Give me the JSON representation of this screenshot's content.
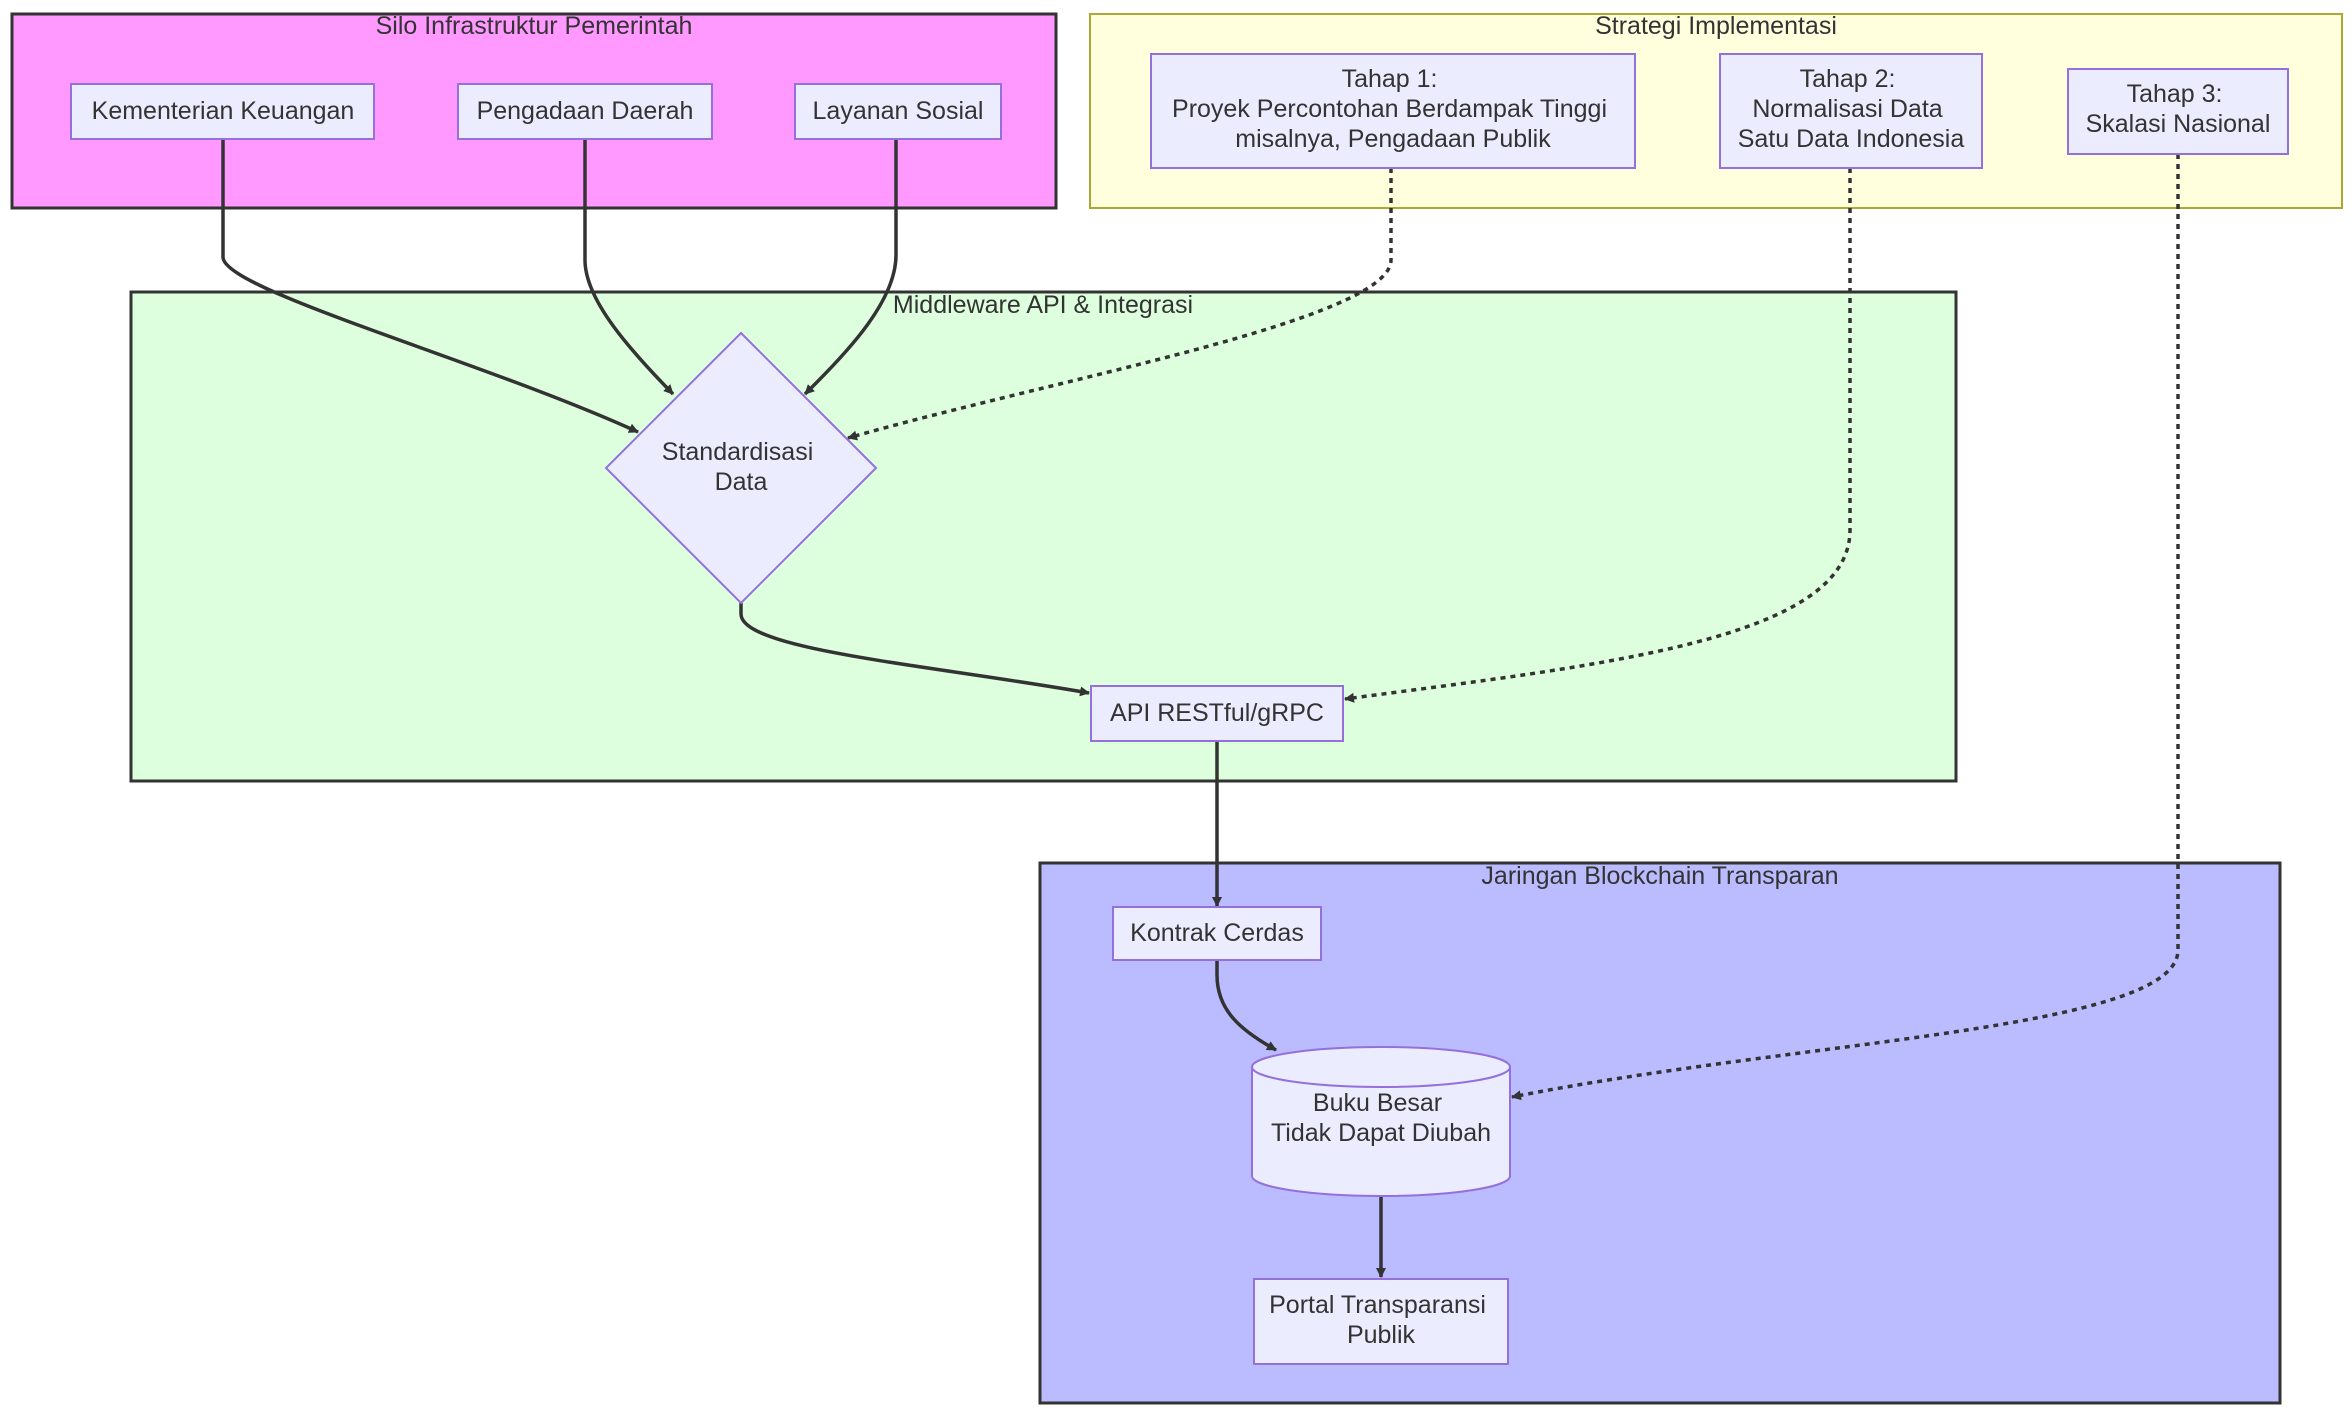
{
  "clusters": {
    "silo": {
      "title": "Silo Infrastruktur Pemerintah",
      "fill": "#FF99FF",
      "stroke": "#333333"
    },
    "strategy": {
      "title": "Strategi Implementasi",
      "fill": "#FFFFDE",
      "stroke": "#AAAA33"
    },
    "middleware": {
      "title": "Middleware API & Integrasi",
      "fill": "#DDFFDD",
      "stroke": "#333333"
    },
    "blockchain": {
      "title": "Jaringan Blockchain Transparan",
      "fill": "#BBBBFF",
      "stroke": "#333333"
    }
  },
  "nodes": {
    "kemenkeu": {
      "lines": [
        "Kementerian Keuangan"
      ]
    },
    "pengadaan_daerah": {
      "lines": [
        "Pengadaan Daerah"
      ]
    },
    "layanan_sosial": {
      "lines": [
        "Layanan Sosial"
      ]
    },
    "tahap1": {
      "lines": [
        "Tahap 1:",
        "Proyek Percontohan Berdampak Tinggi",
        "misalnya, Pengadaan Publik"
      ]
    },
    "tahap2": {
      "lines": [
        "Tahap 2:",
        "Normalisasi Data",
        "Satu Data Indonesia"
      ]
    },
    "tahap3": {
      "lines": [
        "Tahap 3:",
        "Skalasi Nasional"
      ]
    },
    "standardisasi": {
      "lines": [
        "Standardisasi",
        "Data"
      ]
    },
    "api": {
      "lines": [
        "API RESTful/gRPC"
      ]
    },
    "kontrak": {
      "lines": [
        "Kontrak Cerdas"
      ]
    },
    "buku_besar": {
      "lines": [
        "Buku Besar",
        "Tidak Dapat Diubah"
      ]
    },
    "portal": {
      "lines": [
        "Portal Transparansi",
        "Publik"
      ]
    }
  },
  "edges": [
    {
      "from": "kemenkeu",
      "to": "standardisasi",
      "style": "solid"
    },
    {
      "from": "pengadaan_daerah",
      "to": "standardisasi",
      "style": "solid"
    },
    {
      "from": "layanan_sosial",
      "to": "standardisasi",
      "style": "solid"
    },
    {
      "from": "tahap1",
      "to": "standardisasi",
      "style": "dotted"
    },
    {
      "from": "standardisasi",
      "to": "api",
      "style": "solid"
    },
    {
      "from": "tahap2",
      "to": "api",
      "style": "dotted"
    },
    {
      "from": "api",
      "to": "kontrak",
      "style": "solid"
    },
    {
      "from": "kontrak",
      "to": "buku_besar",
      "style": "solid"
    },
    {
      "from": "tahap3",
      "to": "buku_besar",
      "style": "dotted"
    },
    {
      "from": "buku_besar",
      "to": "portal",
      "style": "solid"
    }
  ]
}
